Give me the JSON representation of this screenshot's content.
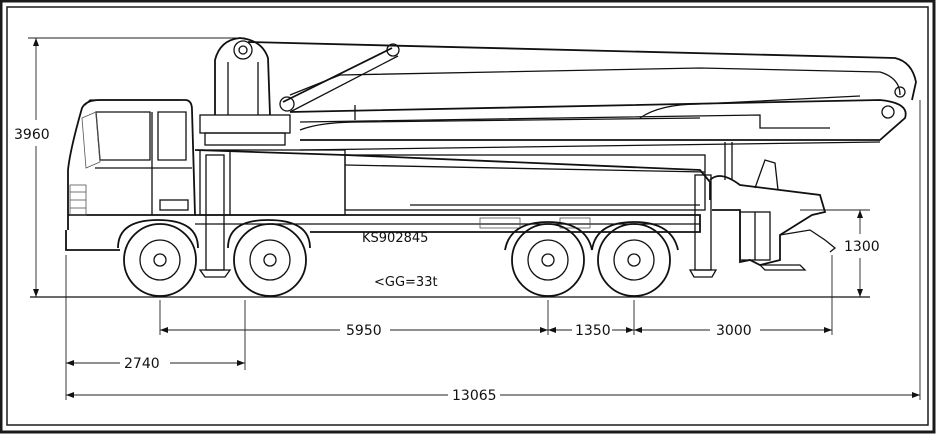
{
  "labels": {
    "plate": "KS902845",
    "weight": "<GG=33t"
  },
  "dimensions": {
    "overall_height": "3960",
    "outrigger_height": "1300",
    "wheelbase_main": "5950",
    "rear_axle_spacing": "1350",
    "rear_overhang": "3000",
    "front_to_second_axle": "2740",
    "overall_length": "13065"
  },
  "colors": {
    "frame": "#1a1a1a",
    "ink": "#111111",
    "paper": "#ffffff"
  }
}
